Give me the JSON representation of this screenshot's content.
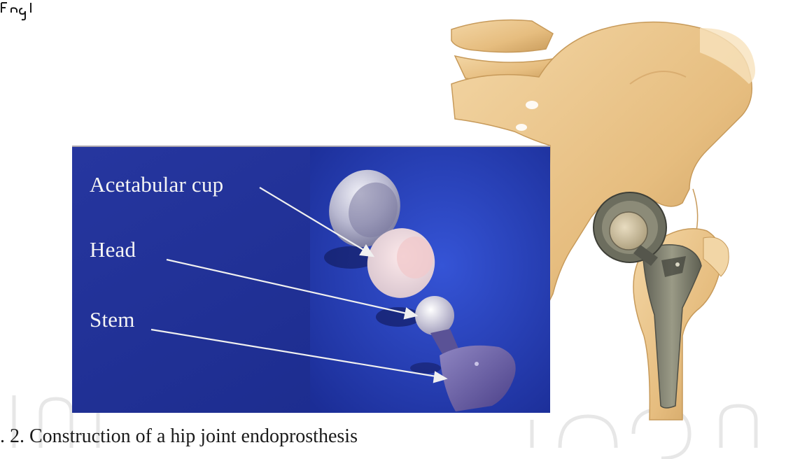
{
  "figure": {
    "callouts": {
      "acetabular_cup": "Acetabular cup",
      "head": "Head",
      "stem": "Stem"
    },
    "caption": ". 2. Construction of a hip joint endoprosthesis"
  },
  "colors": {
    "panel_blue_dark": "#1b2a8c",
    "panel_blue_light": "#2a48c8",
    "bone": "#e9c58f",
    "implant_metal": "#7f8070",
    "callout_text": "#f5f5f5"
  }
}
